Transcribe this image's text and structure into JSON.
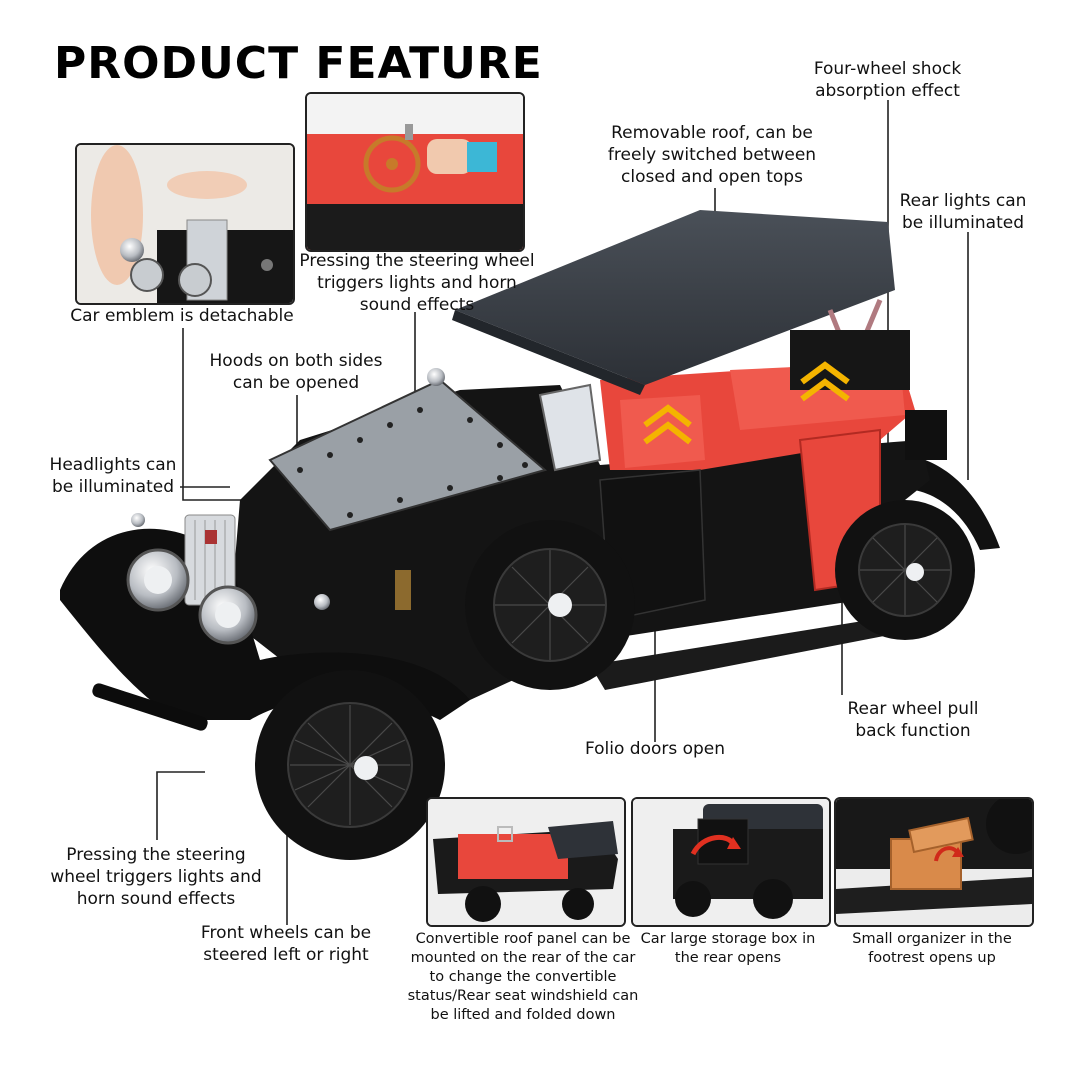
{
  "title": "PRODUCT FEATURE",
  "features": {
    "shock": "Four-wheel shock absorption effect",
    "roof": "Removable roof, can be freely switched between closed and open tops",
    "rear_lights": "Rear lights can be illuminated",
    "steering_top": "Pressing the steering wheel triggers lights and horn sound effects",
    "emblem": "Car emblem is detachable",
    "hoods": "Hoods on both sides can be opened",
    "headlights": "Headlights can be illuminated",
    "rear_wheel": "Rear wheel pull back function",
    "doors": "Folio doors open",
    "steering_bottom": "Pressing the steering wheel triggers lights and horn sound effects",
    "front_wheels": "Front wheels can be steered left or right",
    "convertible": "Convertible roof panel can be mounted on the rear of the car to change the convertible status/Rear seat windshield can be lifted and folded down",
    "storage": "Car large storage box in the rear opens",
    "organizer": "Small organizer in the footrest opens up"
  },
  "colors": {
    "body": "#121212",
    "interior": "#e8473c",
    "roof": "#3a4048",
    "chrome": "#c9cdd2",
    "accent_arrow": "#f4b400"
  }
}
